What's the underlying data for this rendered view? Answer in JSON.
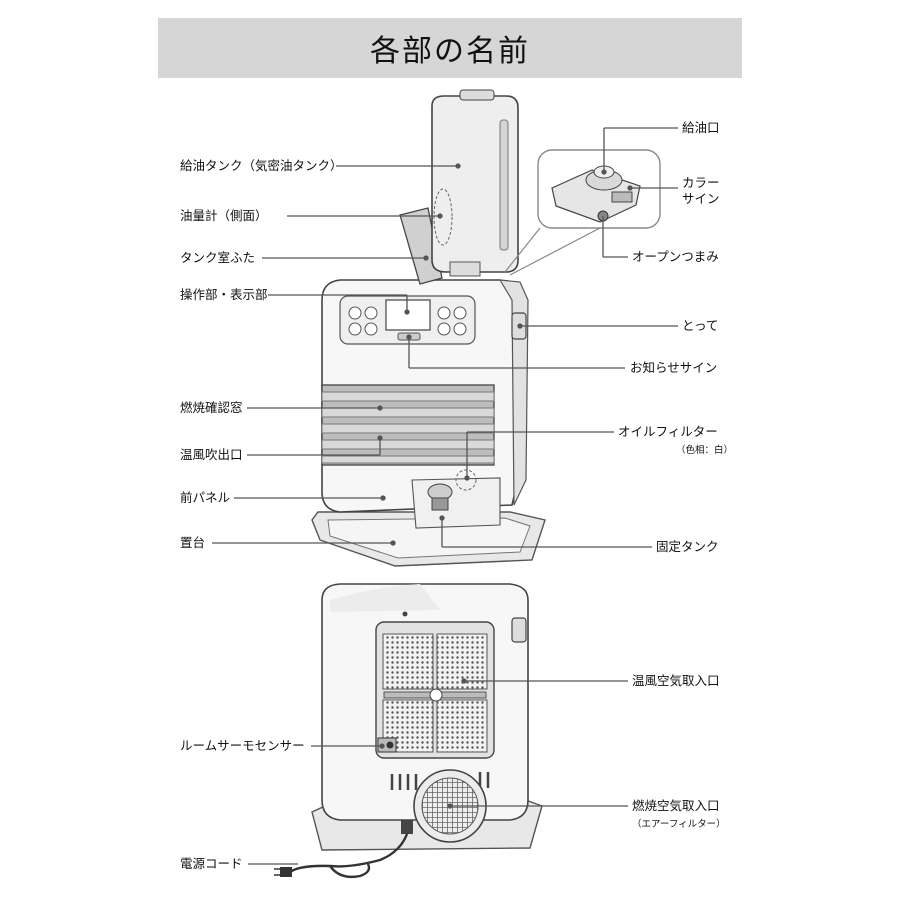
{
  "title": "各部の名前",
  "labels": {
    "oil_inlet": "給油口",
    "fuel_tank": "給油タンク（気密油タンク）",
    "color_sign": "カラー\nサイン",
    "fuel_gauge": "油量計（側面）",
    "tank_lid": "タンク室ふた",
    "open_knob": "オープンつまみ",
    "control_panel": "操作部・表示部",
    "handle": "とって",
    "notice_sign": "お知らせサイン",
    "combustion_window": "燃焼確認窓",
    "oil_filter": "オイルフィルター",
    "oil_filter_note": "（色相：白）",
    "warm_air_outlet": "温風吹出口",
    "front_panel": "前パネル",
    "base": "置台",
    "fixed_tank": "固定タンク",
    "warm_air_intake": "温風空気取入口",
    "room_thermo_sensor": "ルームサーモセンサー",
    "combustion_air_intake": "燃焼空気取入口",
    "combustion_air_intake_note": "（エアーフィルター）",
    "power_cord": "電源コード"
  }
}
